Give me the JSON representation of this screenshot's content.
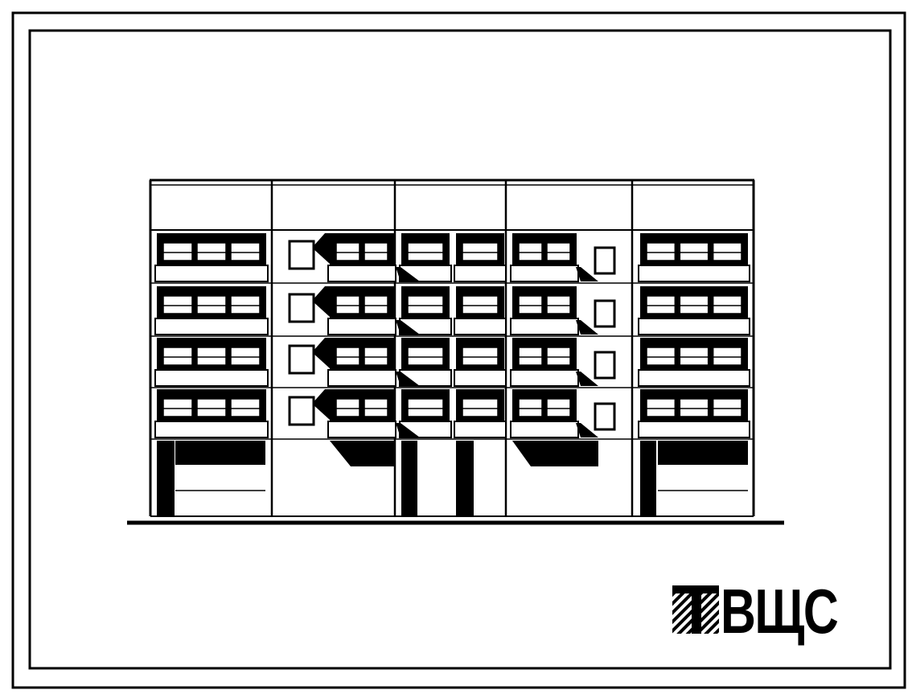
{
  "logo": {
    "text": "ВЩС",
    "emblem": "hatched-emblem-icon"
  },
  "drawing": {
    "subject": "five-storey-residential-building-facade",
    "floors": 5,
    "sections": 5,
    "ink_color": "#000000",
    "paper_color": "#ffffff"
  }
}
